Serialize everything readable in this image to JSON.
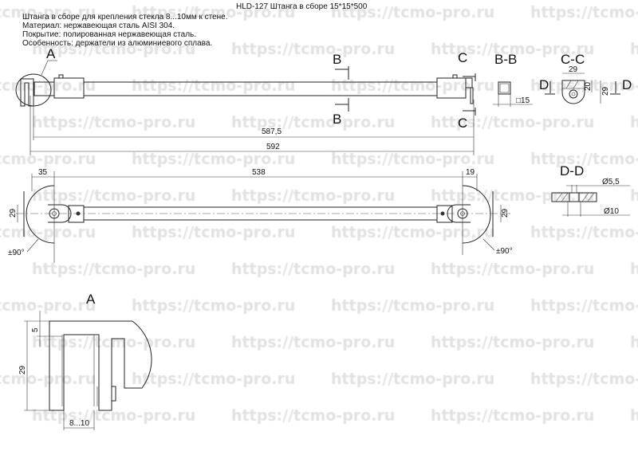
{
  "title": "HLD-127 Штанга в сборе 15*15*500",
  "notes": [
    "Штанга в сборе для крепления стекла 8...10мм к стене.",
    "Материал: нержавеющая сталь AISI 304.",
    "Покрытие: полированная нержавеющая сталь.",
    "Особенность: держатели из алюминиевого сплава."
  ],
  "watermark": "https://tcmo-pro.ru",
  "labels": {
    "a": "A",
    "b": "B",
    "c": "C",
    "d": "D",
    "bb": "B-B",
    "cc": "C-C",
    "dd": "D-D",
    "a_detail": "A"
  },
  "dims": {
    "d587": "587,5",
    "d592": "592",
    "d35": "35",
    "d538": "538",
    "d19": "19",
    "h29": "29",
    "rot": "±90°",
    "sq15": "□15",
    "w29": "29",
    "h20": "20",
    "hc29": "29",
    "dia55": "Ø5,5",
    "dia10": "Ø10",
    "a29": "29",
    "a5": "5",
    "glass": "8...10"
  }
}
